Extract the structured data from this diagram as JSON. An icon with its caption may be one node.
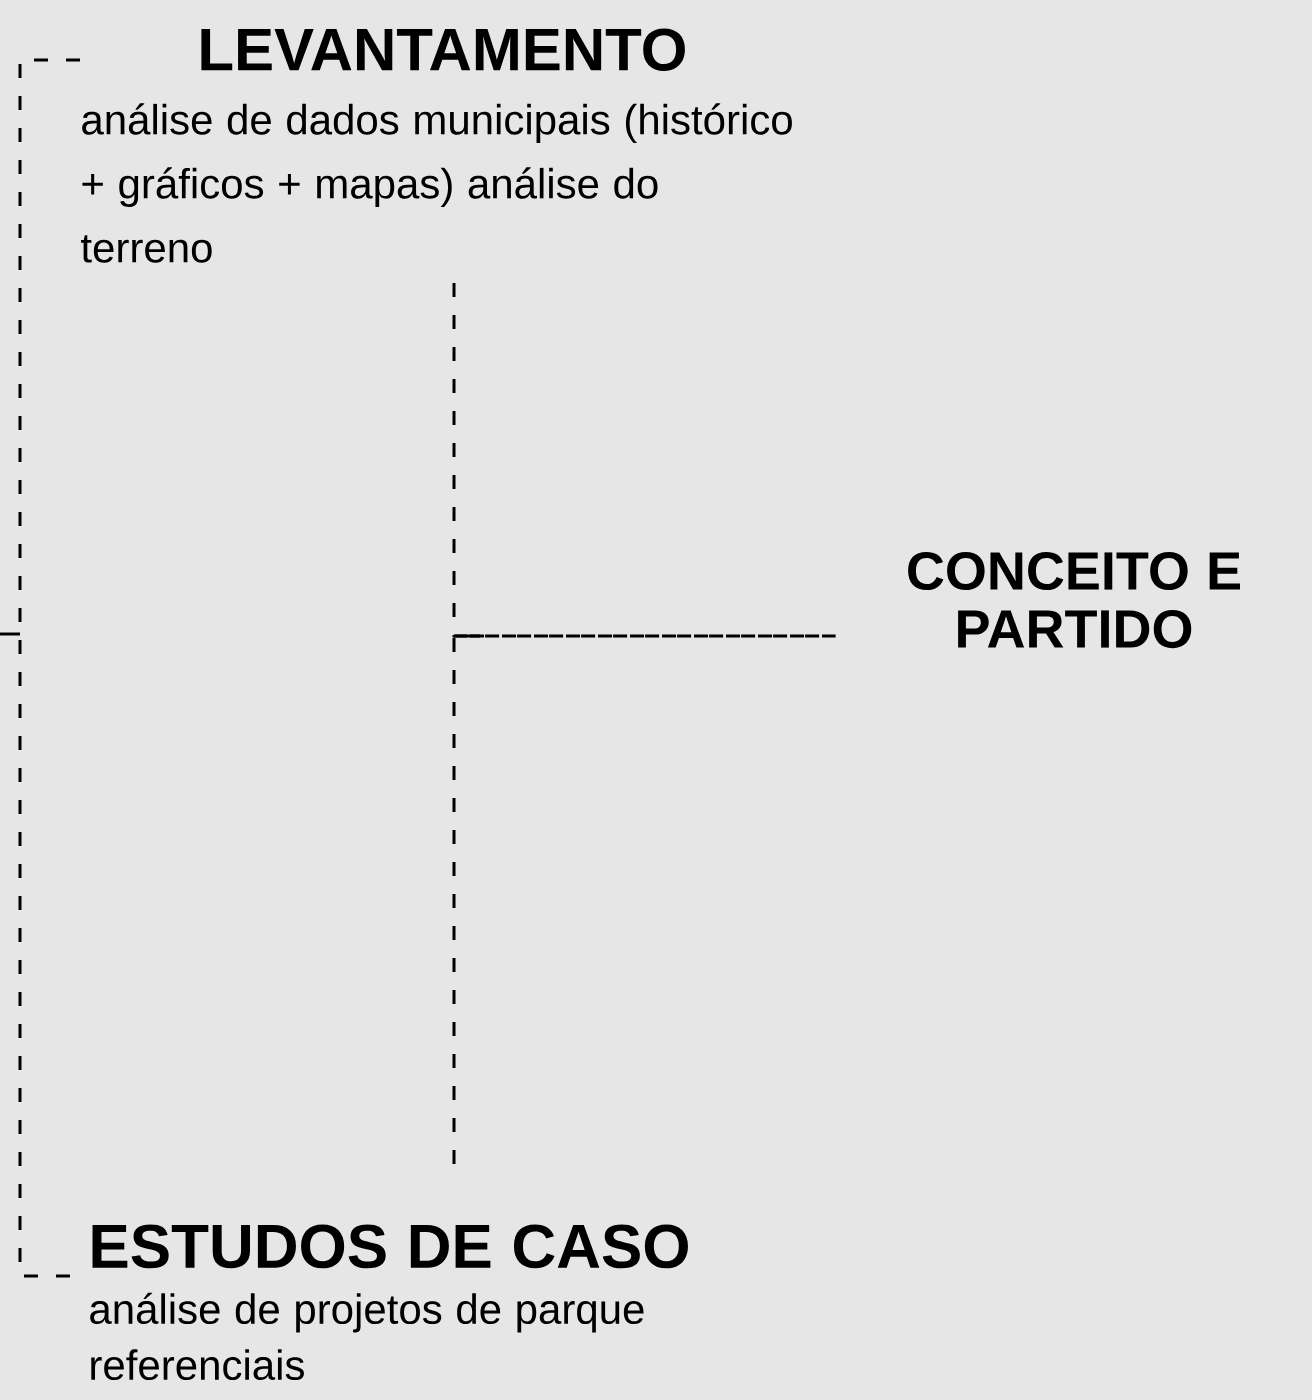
{
  "diagram": {
    "nodes": [
      {
        "text": [
          "LEVANTAMENTO",
          "análise de dados municipais (histórico + gráficos + mapas) análise do terreno"
        ]
      },
      {
        "text": [
          "ESTUDOS DE CASO",
          "análise de projetos de parque referenciais"
        ]
      },
      {
        "text": [
          "CONCEITO E PARTIDO"
        ]
      }
    ],
    "edges": [
      {
        "from": 0,
        "to": 1,
        "arrow": "none",
        "style": "dashed"
      },
      {
        "from": 0,
        "to": 2,
        "arrow": "none",
        "style": "dashed"
      },
      {
        "from": 1,
        "to": 2,
        "arrow": "none",
        "style": "dashed"
      }
    ]
  }
}
